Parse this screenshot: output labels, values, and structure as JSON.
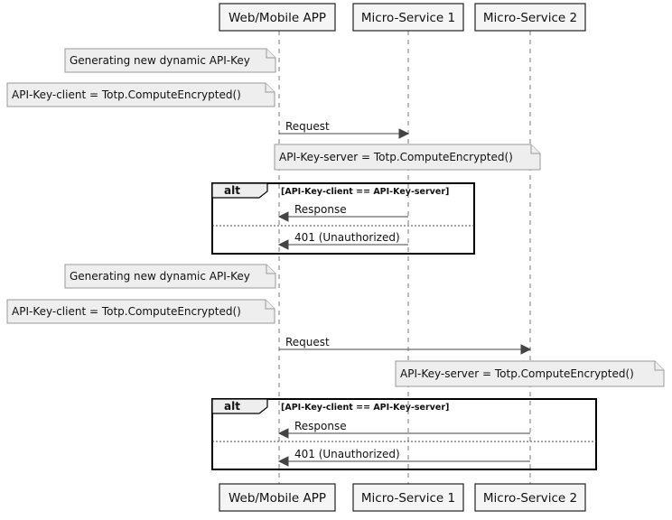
{
  "participants": [
    {
      "id": "app",
      "label": "Web/Mobile APP"
    },
    {
      "id": "ms1",
      "label": "Micro-Service 1"
    },
    {
      "id": "ms2",
      "label": "Micro-Service 2"
    }
  ],
  "section1": {
    "note_generate": "Generating new dynamic API-Key",
    "note_client": "API-Key-client = Totp.ComputeEncrypted()",
    "request": "Request",
    "note_server": "API-Key-server = Totp.ComputeEncrypted()",
    "alt_keyword": "alt",
    "alt_guard": "[API-Key-client == API-Key-server]",
    "response": "Response",
    "unauthorized": "401 (Unauthorized)"
  },
  "section2": {
    "note_generate": "Generating new dynamic API-Key",
    "note_client": "API-Key-client = Totp.ComputeEncrypted()",
    "request": "Request",
    "note_server": "API-Key-server = Totp.ComputeEncrypted()",
    "alt_keyword": "alt",
    "alt_guard": "[API-Key-client == API-Key-server]",
    "response": "Response",
    "unauthorized": "401 (Unauthorized)"
  }
}
